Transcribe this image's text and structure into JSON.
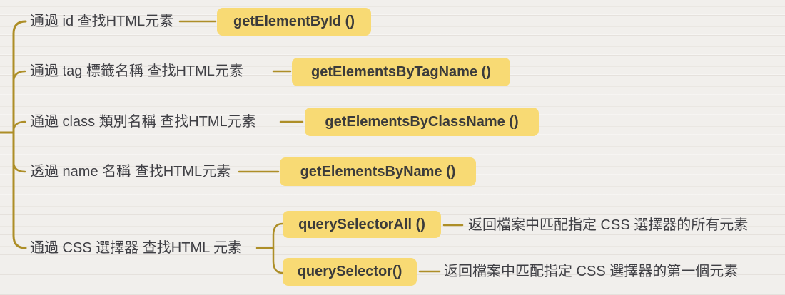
{
  "diagram": {
    "type": "mindmap",
    "topic": "DOM element lookup methods",
    "colors": {
      "background": "#f1efec",
      "connector": "#ad8e27",
      "node_box_bg": "#f8da74",
      "node_box_text": "#3b3b3b",
      "label_text": "#3f3f44"
    },
    "branches": [
      {
        "label": "通過 id 查找HTML元素",
        "method": "getElementById ()"
      },
      {
        "label": "通過 tag 標籤名稱 查找HTML元素",
        "method": "getElementsByTagName ()"
      },
      {
        "label": "通過 class 類別名稱 查找HTML元素",
        "method": "getElementsByClassName ()"
      },
      {
        "label": "透過 name 名稱 查找HTML元素",
        "method": "getElementsByName ()"
      },
      {
        "label": "通過 CSS 選擇器 查找HTML 元素",
        "children": [
          {
            "method": "querySelectorAll ()",
            "description": "返回檔案中匹配指定 CSS 選擇器的所有元素"
          },
          {
            "method": "querySelector()",
            "description": "返回檔案中匹配指定 CSS 選擇器的第一個元素"
          }
        ]
      }
    ]
  }
}
